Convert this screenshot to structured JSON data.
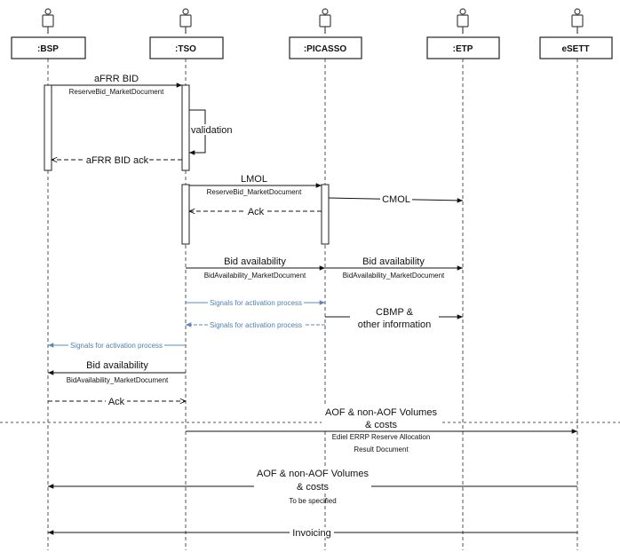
{
  "participants": [
    {
      "id": "bsp",
      "label": ":BSP"
    },
    {
      "id": "tso",
      "label": ":TSO"
    },
    {
      "id": "picasso",
      "label": ":PICASSO"
    },
    {
      "id": "etp",
      "label": ":ETP"
    },
    {
      "id": "esett",
      "label": "eSETT"
    }
  ],
  "messages": {
    "afrr_bid": {
      "label": "aFRR BID",
      "sub": "ReserveBid_MarketDocument"
    },
    "validation": {
      "label": "validation"
    },
    "afrr_bid_ack": {
      "label": "aFRR BID ack"
    },
    "lmol": {
      "label": "LMOL",
      "sub": "ReserveBid_MarketDocument"
    },
    "cmol": {
      "label": "CMOL"
    },
    "ack_picasso": {
      "label": "Ack"
    },
    "bid_avail_tso_picasso": {
      "label": "Bid availability",
      "sub": "BidAvailability_MarketDocument"
    },
    "bid_avail_picasso_etp": {
      "label": "Bid availability",
      "sub": "BidAvailability_MarketDocument"
    },
    "signals_tso_picasso": {
      "label": "Signals for activation process"
    },
    "cbmp": {
      "line1": "CBMP &",
      "line2": "other information"
    },
    "signals_picasso_tso": {
      "label": "Signals for activation process"
    },
    "signals_tso_bsp": {
      "label": "Signals for activation process"
    },
    "bid_avail_tso_bsp": {
      "label": "Bid availability",
      "sub": "BidAvailability_MarketDocument"
    },
    "ack_bsp": {
      "label": "Ack"
    },
    "aof_tso_esett": {
      "line1": "AOF & non-AOF Volumes",
      "line2": "& costs",
      "sub1": "Ediel ERRP Reserve Allocation",
      "sub2": "Result Document"
    },
    "aof_esett_bsp": {
      "line1": "AOF & non-AOF Volumes",
      "line2": "& costs",
      "sub": "To be specified"
    },
    "invoicing": {
      "label": "Invoicing"
    }
  },
  "colors": {
    "line": "#111111",
    "signal": "#5b88b8",
    "signal_text": "#4f7fb3"
  }
}
